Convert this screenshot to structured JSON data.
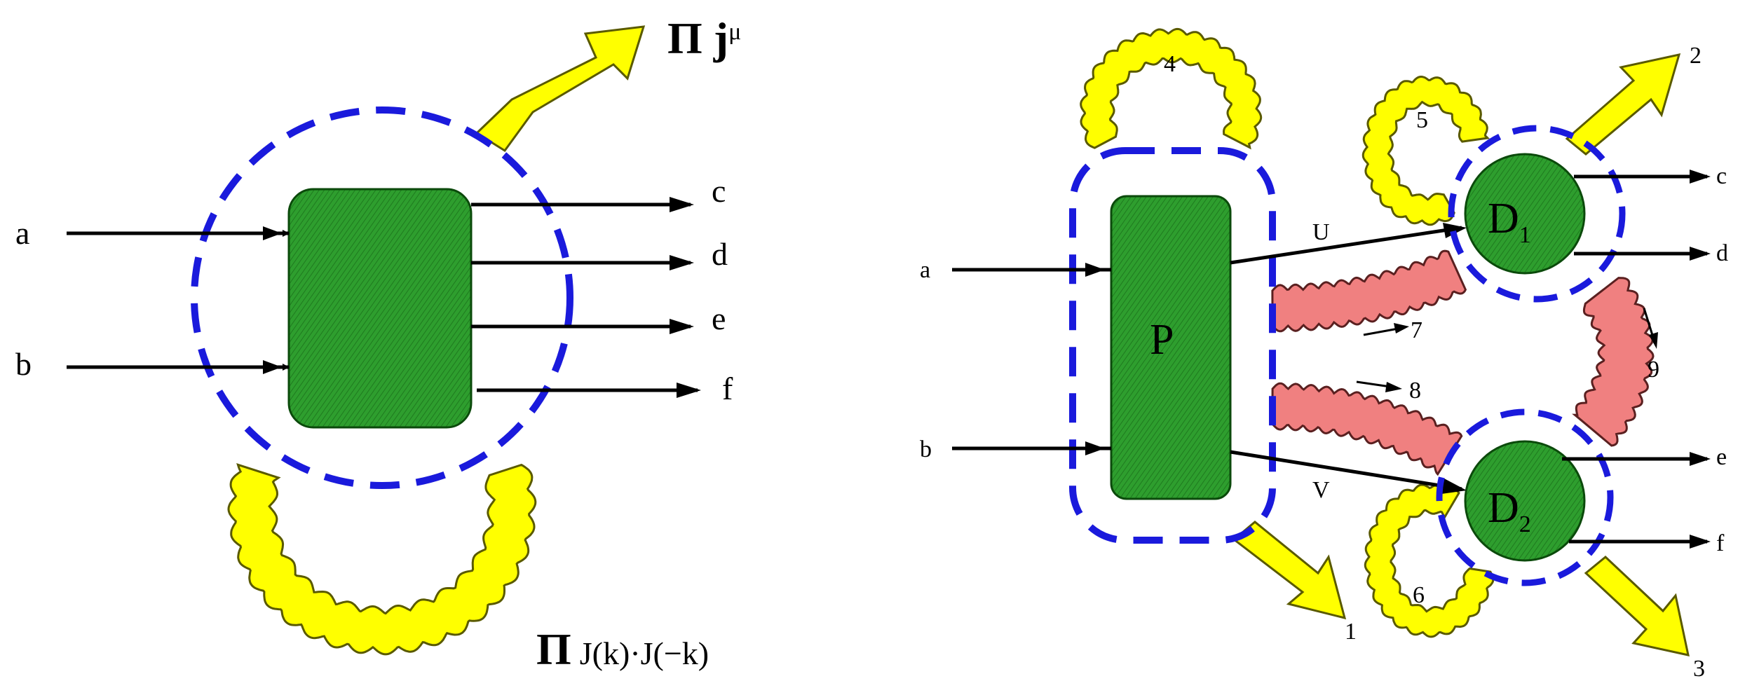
{
  "colors": {
    "blob_fill": "#2e9e2e",
    "blob_stroke": "#0b4a0b",
    "dash_circle": "#1a1adc",
    "photon_yellow": "#ffff00",
    "photon_yellow_stroke": "#5a5a00",
    "gluon_pink": "#f08080",
    "gluon_pink_stroke": "#5a2020",
    "line": "#000000"
  },
  "left_panel": {
    "incoming": [
      "a",
      "b"
    ],
    "outgoing": [
      "c",
      "d",
      "e",
      "f"
    ],
    "emission_label_prefix": "Π j",
    "emission_label_sup": "μ",
    "loop_label_prefix": "Π",
    "loop_label_rest": "J(k)·J(−k)"
  },
  "right_panel": {
    "incoming": [
      "a",
      "b"
    ],
    "production_blob": "P",
    "decay_blob_1": "D",
    "decay_blob_1_sub": "1",
    "decay_blob_2": "D",
    "decay_blob_2_sub": "2",
    "propagator_u": "U",
    "propagator_v": "V",
    "outgoing": [
      "c",
      "d",
      "e",
      "f"
    ],
    "photon_numbers": [
      "1",
      "2",
      "3",
      "4",
      "5",
      "6"
    ],
    "gluon_numbers": [
      "7",
      "8",
      "9"
    ]
  }
}
